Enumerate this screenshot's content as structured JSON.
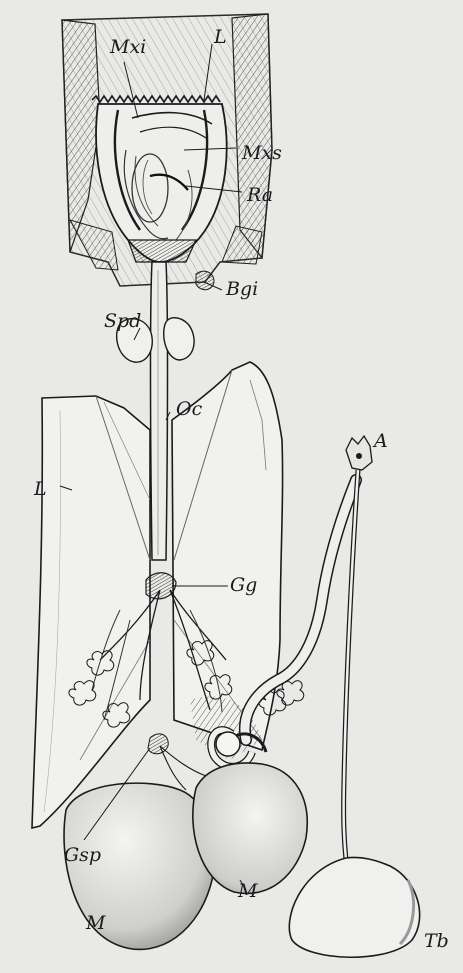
{
  "figure": {
    "background_color": "#e9e9e7",
    "ink_color": "#1b1b1b",
    "labels": {
      "mxi": "Mxi",
      "l_top": "L",
      "mxs": "Mxs",
      "ra": "Ra",
      "bgi": "Bgi",
      "spd": "Spd",
      "oc": "Oc",
      "l_left": "L",
      "a": "A",
      "gg": "Gg",
      "gsp": "Gsp",
      "m_left": "M",
      "m_right": "M",
      "tb": "Tb"
    }
  }
}
